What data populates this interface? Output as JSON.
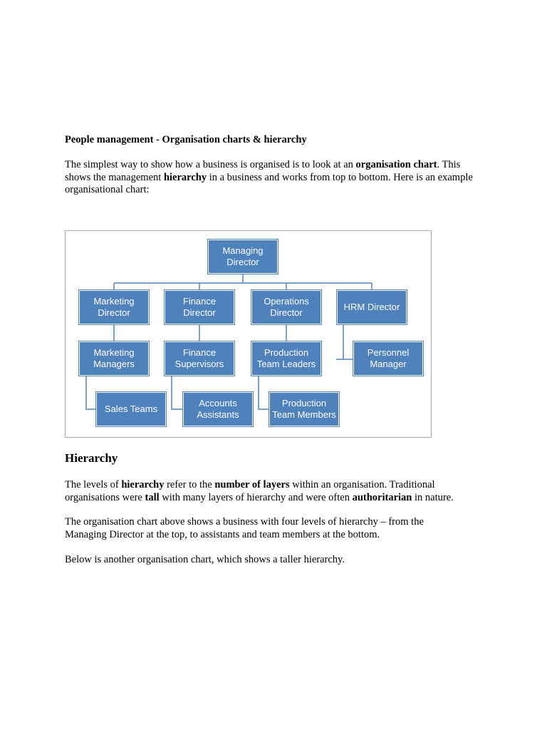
{
  "document": {
    "title": "People management - Organisation charts & hierarchy",
    "intro": {
      "t1": "The simplest way to show how a business is organised is to look at an ",
      "b1": "organisation chart",
      "t2": ".  This shows the management ",
      "b2": "hierarchy",
      "t3": " in a business and works from top to bottom. Here is an example organisational chart:"
    },
    "section_heading": "Hierarchy",
    "para1": {
      "t1": "The levels of ",
      "b1": "hierarchy",
      "t2": " refer to the ",
      "b2": "number of layers",
      "t3": " within an organisation. Traditional organisations were ",
      "b3": "tall",
      "t4": " with many layers of hierarchy and were often ",
      "b4": "authoritarian",
      "t5": " in nature."
    },
    "para2": "The organisation chart above shows a business with four levels of hierarchy – from the Managing Director at the top, to assistants and team members at the bottom.",
    "para3": "Below is another organisation chart, which shows a taller hierarchy."
  },
  "org_chart": {
    "colors": {
      "box": "#4f81bd",
      "line": "#4f81bd",
      "text": "#ffffff",
      "frame": "#a6a6a6"
    },
    "top": "Managing\nDirector",
    "directors": [
      "Marketing\nDirector",
      "Finance\nDirector",
      "Operations\nDirector",
      "HRM Director"
    ],
    "managers": [
      "Marketing\nManagers",
      "Finance\nSupervisors",
      "Production\nTeam Leaders",
      "Personnel\nManager"
    ],
    "teams": [
      "Sales Teams",
      "Accounts\nAssistants",
      "Production\nTeam Members"
    ]
  }
}
